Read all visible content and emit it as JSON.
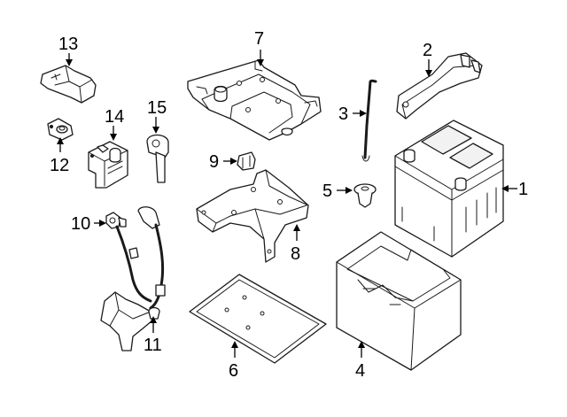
{
  "diagram": {
    "callouts": [
      {
        "id": "1",
        "label": "1",
        "part": "battery"
      },
      {
        "id": "2",
        "label": "2",
        "part": "battery-hold-down-bracket"
      },
      {
        "id": "3",
        "label": "3",
        "part": "hold-down-rod"
      },
      {
        "id": "4",
        "label": "4",
        "part": "battery-box"
      },
      {
        "id": "5",
        "label": "5",
        "part": "push-clip"
      },
      {
        "id": "6",
        "label": "6",
        "part": "battery-tray-pad"
      },
      {
        "id": "7",
        "label": "7",
        "part": "battery-tray"
      },
      {
        "id": "8",
        "label": "8",
        "part": "tray-support-bracket"
      },
      {
        "id": "9",
        "label": "9",
        "part": "clip"
      },
      {
        "id": "10",
        "label": "10",
        "part": "cable-terminal"
      },
      {
        "id": "11",
        "label": "11",
        "part": "battery-cable"
      },
      {
        "id": "12",
        "label": "12",
        "part": "terminal-nut"
      },
      {
        "id": "13",
        "label": "13",
        "part": "terminal-cover"
      },
      {
        "id": "14",
        "label": "14",
        "part": "fuse-block"
      },
      {
        "id": "15",
        "label": "15",
        "part": "sensor"
      }
    ]
  }
}
